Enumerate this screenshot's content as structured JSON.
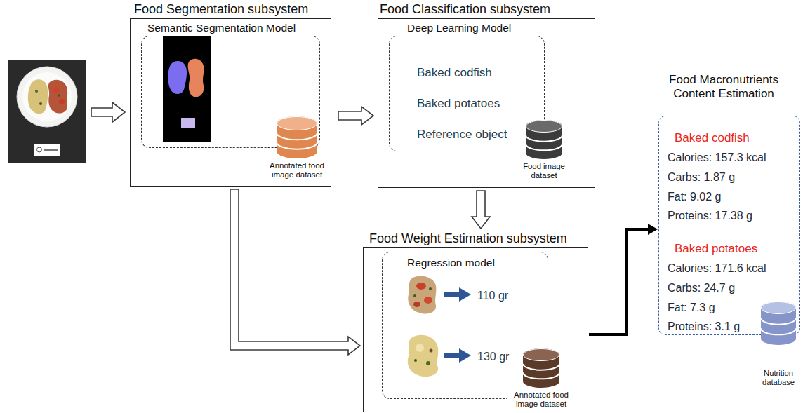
{
  "diagram": {
    "nodes": [
      {
        "text": [
          "Food Segmentation subsystem"
        ]
      },
      {
        "text": [
          "Semantic Segmentation Model"
        ],
        "in": 0
      },
      {
        "text": [
          "Annotated food image dataset"
        ],
        "in": 0
      },
      {
        "text": [
          "Food Classification subsystem"
        ]
      },
      {
        "text": [
          "Deep Learning Model",
          "Baked codfish",
          "Baked potatoes",
          "Reference object"
        ],
        "in": 3
      },
      {
        "text": [
          "Food image dataset"
        ],
        "in": 3
      },
      {
        "text": [
          "Food Weight Estimation subsystem"
        ]
      },
      {
        "text": [
          "Regression model",
          "110 gr",
          "130 gr"
        ],
        "in": 6
      },
      {
        "text": [
          "Annotated food image dataset"
        ],
        "in": 6
      },
      {
        "text": [
          "Food Macronutrients Content Estimation",
          "Baked codfish",
          "Calories: 157.3 kcal",
          "Carbs: 1.87 g",
          "Fat: 9.02 g",
          "Proteins: 17.38 g",
          "Baked potatoes",
          "Calories: 171.6 kcal",
          "Carbs: 24.7 g",
          "Fat: 7.3 g",
          "Proteins: 3.1 g"
        ]
      },
      {
        "text": [
          "Nutrition database"
        ]
      }
    ],
    "edges": [
      {
        "from": 0,
        "to": 3,
        "arrow": "to"
      },
      {
        "from": 3,
        "to": 6,
        "arrow": "to"
      },
      {
        "from": 0,
        "to": 6,
        "arrow": "to"
      },
      {
        "from": 6,
        "to": 9,
        "arrow": "to"
      }
    ]
  }
}
